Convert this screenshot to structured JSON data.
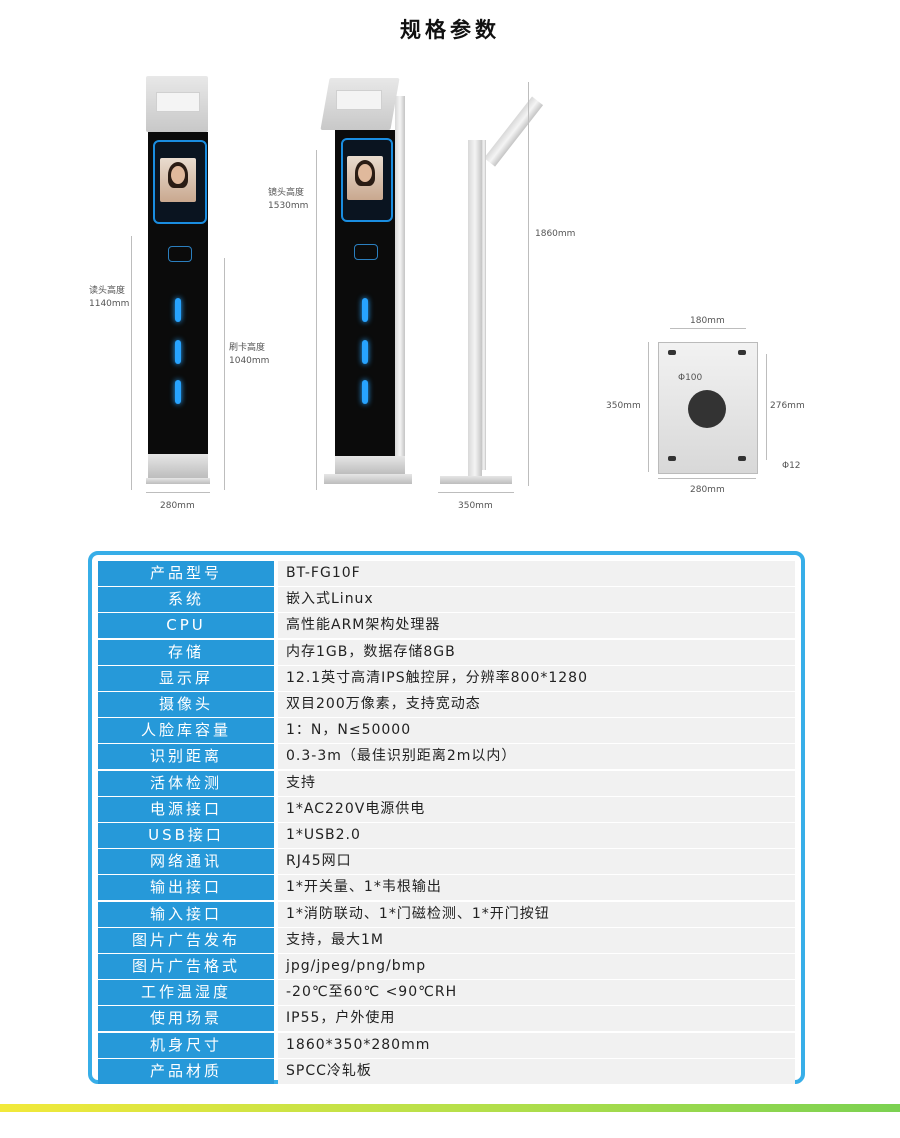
{
  "page": {
    "title": "规格参数"
  },
  "dimensions": {
    "front_width": "280mm",
    "reader_height_label": "读头高度",
    "reader_height_value": "1140mm",
    "swipe_height_label": "刷卡高度",
    "swipe_height_value": "1040mm",
    "lens_height_label": "镜头高度",
    "lens_height_value": "1530mm",
    "total_height": "1860mm",
    "side_depth": "350mm",
    "plate_top": "180mm",
    "plate_bottom": "280mm",
    "plate_left": "350mm",
    "plate_right": "276mm",
    "plate_center_hole": "Φ100",
    "plate_hole": "Φ12"
  },
  "specs": [
    {
      "key": "产品型号",
      "value": "BT-FG10F"
    },
    {
      "key": "系统",
      "value": "嵌入式Linux"
    },
    {
      "key": "CPU",
      "value": "高性能ARM架构处理器"
    },
    {
      "key": "存储",
      "value": "内存1GB，数据存储8GB"
    },
    {
      "key": "显示屏",
      "value": "12.1英寸高清IPS触控屏，分辨率800*1280"
    },
    {
      "key": "摄像头",
      "value": "双目200万像素，支持宽动态"
    },
    {
      "key": "人脸库容量",
      "value": "1：N，N≤50000"
    },
    {
      "key": "识别距离",
      "value": "0.3-3m（最佳识别距离2m以内）"
    },
    {
      "key": "活体检测",
      "value": "支持"
    },
    {
      "key": "电源接口",
      "value": "1*AC220V电源供电"
    },
    {
      "key": "USB接口",
      "value": "1*USB2.0"
    },
    {
      "key": "网络通讯",
      "value": "RJ45网口"
    },
    {
      "key": "输出接口",
      "value": "1*开关量、1*韦根输出"
    },
    {
      "key": "输入接口",
      "value": "1*消防联动、1*门磁检测、1*开门按钮"
    },
    {
      "key": "图片广告发布",
      "value": "支持，最大1M"
    },
    {
      "key": "图片广告格式",
      "value": "jpg/jpeg/png/bmp"
    },
    {
      "key": "工作温湿度",
      "value": "-20℃至60℃ <90℃RH"
    },
    {
      "key": "使用场景",
      "value": "IP55，户外使用"
    },
    {
      "key": "机身尺寸",
      "value": "1860*350*280mm"
    },
    {
      "key": "产品材质",
      "value": "SPCC冷轧板"
    }
  ],
  "colors": {
    "accent": "#37aee8",
    "key_bg": "#2699d9",
    "value_bg": "#f1f1f1"
  }
}
